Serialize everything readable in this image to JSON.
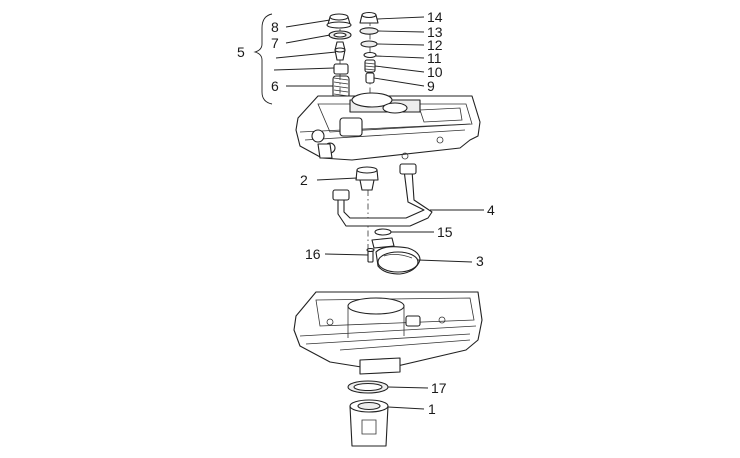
{
  "diagram": {
    "type": "exploded-parts-view",
    "callouts": [
      "1",
      "2",
      "3",
      "4",
      "5",
      "6",
      "7",
      "8",
      "9",
      "10",
      "11",
      "12",
      "13",
      "14",
      "15",
      "16",
      "17"
    ]
  }
}
